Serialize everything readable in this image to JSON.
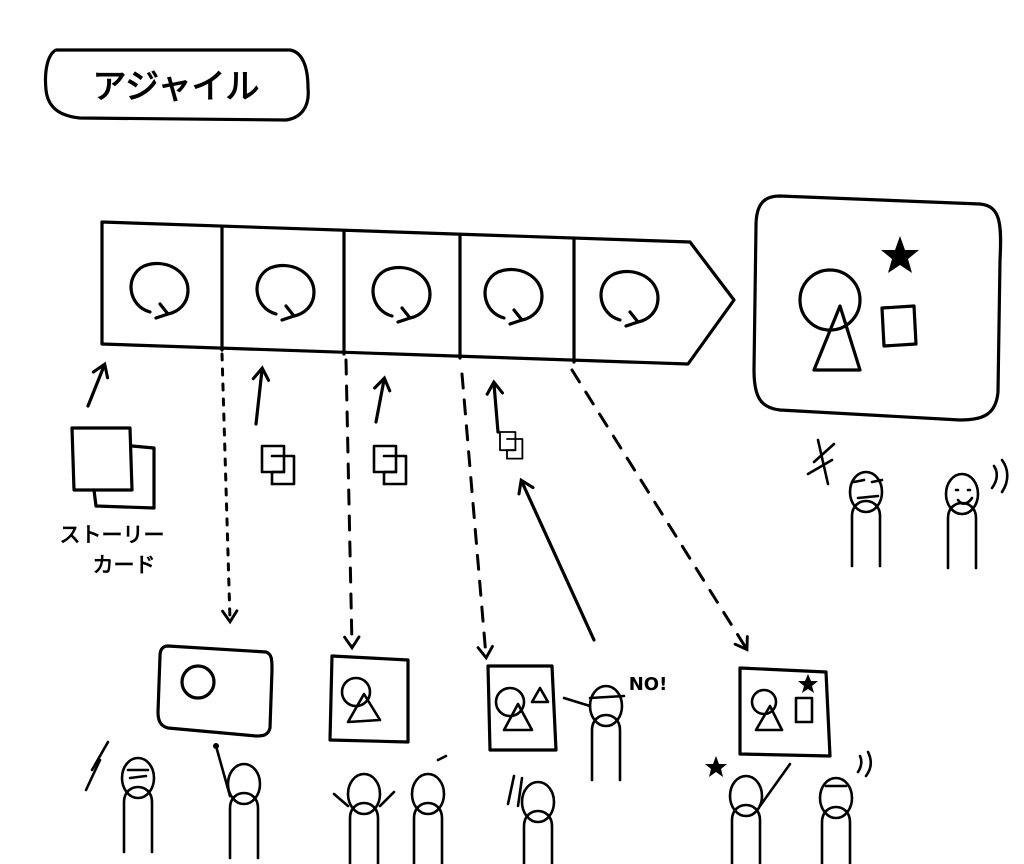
{
  "title": "アジャイル",
  "story_card_label_line1": "ストーリー",
  "story_card_label_line2": "カード",
  "exclamation": "NO!",
  "iteration_count": 5,
  "icons": [
    "iteration-cycle-icon",
    "story-card-icon",
    "star-icon",
    "circle-icon",
    "triangle-icon",
    "square-icon",
    "person-icon",
    "arrow-icon"
  ]
}
